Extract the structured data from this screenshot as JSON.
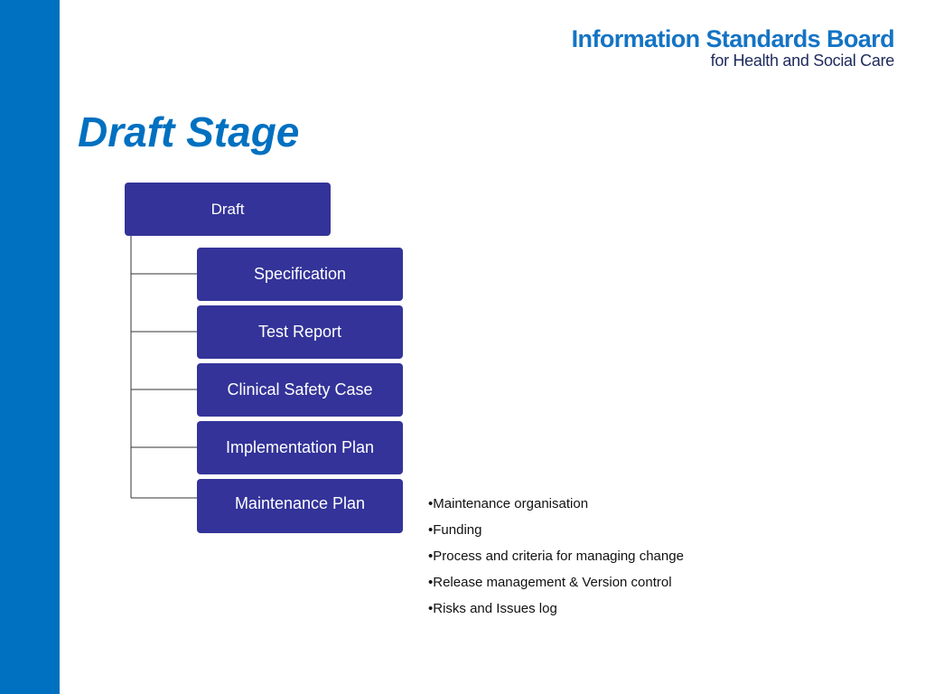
{
  "logo": {
    "line1": "Information Standards Board",
    "line2": "for Health and Social Care"
  },
  "title": "Draft Stage",
  "diagram": {
    "root": "Draft",
    "children": [
      "Specification",
      "Test Report",
      "Clinical Safety Case",
      "Implementation Plan",
      "Maintenance Plan"
    ]
  },
  "bullets": [
    "•Maintenance organisation",
    "•Funding",
    "•Process and criteria for managing change",
    "•Release management & Version control",
    "•Risks and Issues log"
  ],
  "colors": {
    "sidebar": "#0070c0",
    "title": "#0070c0",
    "box_fill": "#333399",
    "logo_primary": "#1474c4",
    "logo_secondary": "#1d2a5c"
  }
}
